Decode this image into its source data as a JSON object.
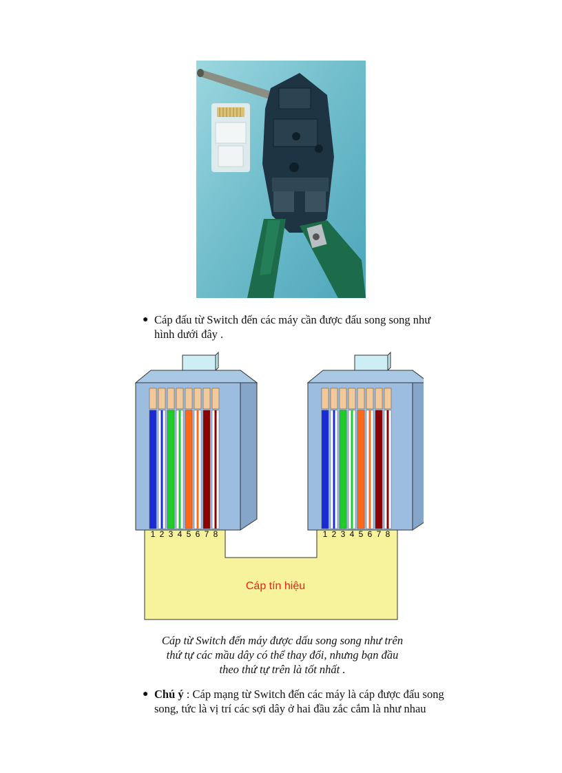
{
  "photo": {
    "description_icon": "crimping-tool-photo"
  },
  "bullet1": {
    "line1": "Cáp đấu từ Switch đến các máy cần được đấu song song như",
    "line2": "hình dưới đây ."
  },
  "diagram": {
    "pin_numbers": [
      "1",
      "2",
      "3",
      "4",
      "5",
      "6",
      "7",
      "8"
    ],
    "cable_label": "Cáp tín hiệu",
    "wire_colors": [
      "#1a2bd6",
      "#ffffff",
      "#1fcc2a",
      "#ffffff",
      "#ff6a1a",
      "#ffffff",
      "#8b0000",
      "#ffffff"
    ],
    "wire_stripes": [
      null,
      "#1a2bd6",
      null,
      "#1fcc2a",
      null,
      "#ff6a1a",
      null,
      "#8b0000"
    ]
  },
  "caption": {
    "line1": "Cáp từ Switch đến máy được dấu song song như trên",
    "line2": "thứ tự các mầu dây có thể thay đổi, nhưng bạn đầu",
    "line3": "theo thứ tự trên là tốt nhất ."
  },
  "bullet2": {
    "bold": "Chú ý",
    "rest": " : Cáp mạng từ Switch đến các máy là cáp được đấu song",
    "line2": "song, tức là vị trí các sợi dây ở hai đầu zắc cắm là như nhau"
  }
}
